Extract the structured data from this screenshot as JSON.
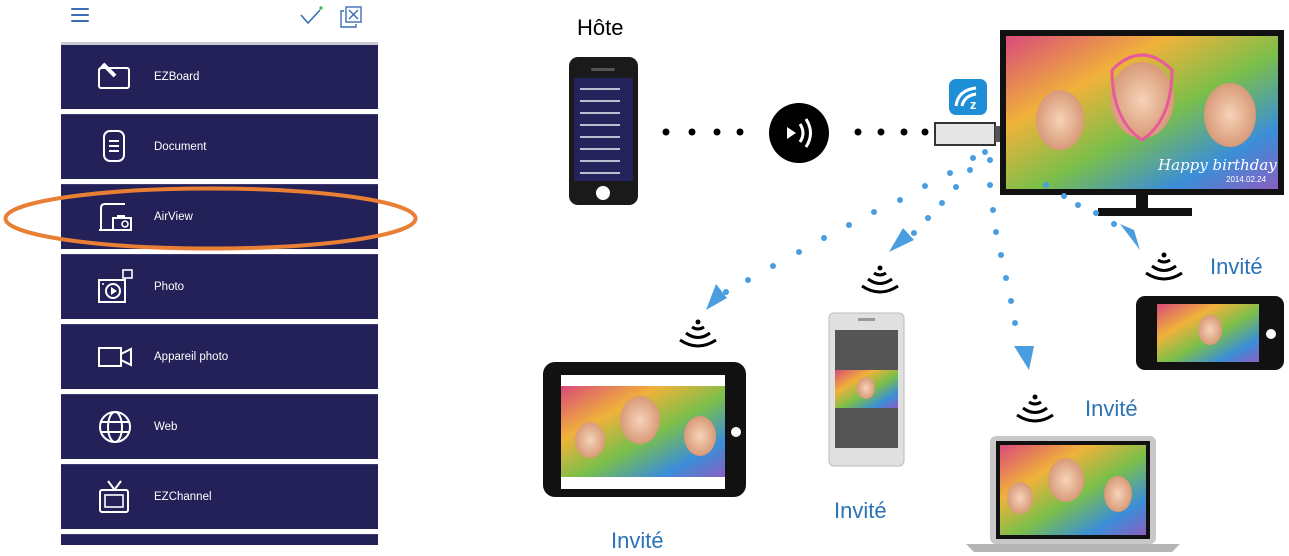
{
  "menu": {
    "items": [
      {
        "label": "EZBoard",
        "icon": "ezboard-icon"
      },
      {
        "label": "Document",
        "icon": "document-icon"
      },
      {
        "label": "AirView",
        "icon": "airview-icon"
      },
      {
        "label": "Photo",
        "icon": "photo-icon"
      },
      {
        "label": "Appareil photo",
        "icon": "camera-icon"
      },
      {
        "label": "Web",
        "icon": "globe-icon"
      },
      {
        "label": "EZChannel",
        "icon": "tv-icon"
      }
    ],
    "highlighted_item": "AirView"
  },
  "diagram": {
    "host_label": "Hôte",
    "guest_label": "Invité",
    "tv_text": "Happy birthday",
    "tv_date": "2014.02.24"
  },
  "colors": {
    "menu_bg": "#232158",
    "highlight": "#e87f34",
    "guest_text": "#2b72b8",
    "dotted_line": "#4a9ee0"
  }
}
